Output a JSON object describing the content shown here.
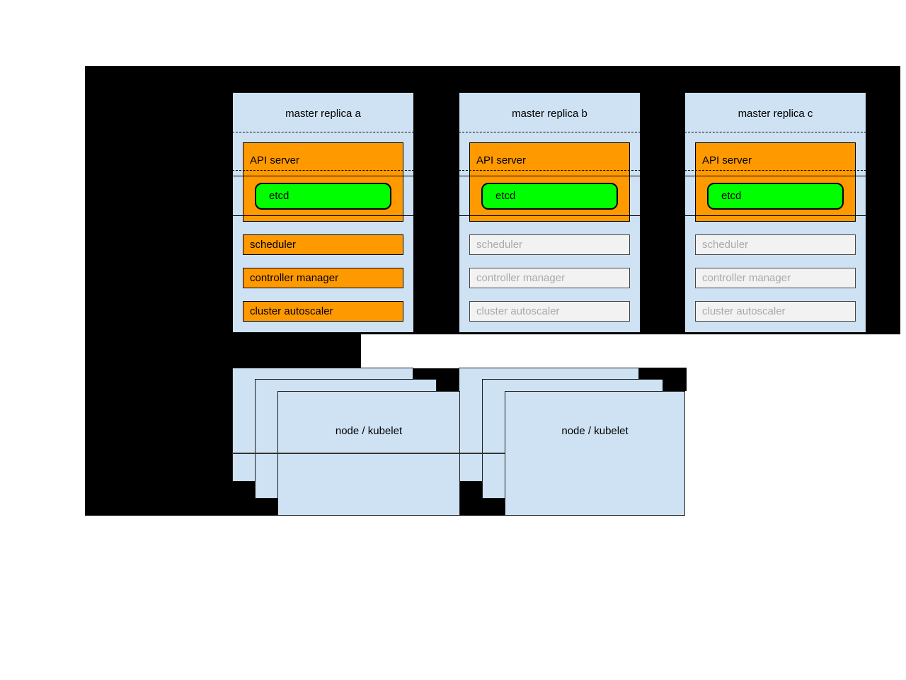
{
  "masters": [
    {
      "title": "master replica a",
      "components": {
        "api_server": {
          "label": "API server",
          "state": "active"
        },
        "etcd": {
          "label": "etcd",
          "state": "active"
        },
        "scheduler": {
          "label": "scheduler",
          "state": "active"
        },
        "controller_manager": {
          "label": "controller manager",
          "state": "active"
        },
        "cluster_autoscaler": {
          "label": "cluster autoscaler",
          "state": "active"
        }
      }
    },
    {
      "title": "master replica b",
      "components": {
        "api_server": {
          "label": "API server",
          "state": "active"
        },
        "etcd": {
          "label": "etcd",
          "state": "active"
        },
        "scheduler": {
          "label": "scheduler",
          "state": "inactive"
        },
        "controller_manager": {
          "label": "controller manager",
          "state": "inactive"
        },
        "cluster_autoscaler": {
          "label": "cluster autoscaler",
          "state": "inactive"
        }
      }
    },
    {
      "title": "master replica c",
      "components": {
        "api_server": {
          "label": "API server",
          "state": "active"
        },
        "etcd": {
          "label": "etcd",
          "state": "active"
        },
        "scheduler": {
          "label": "scheduler",
          "state": "inactive"
        },
        "controller_manager": {
          "label": "controller manager",
          "state": "inactive"
        },
        "cluster_autoscaler": {
          "label": "cluster autoscaler",
          "state": "inactive"
        }
      }
    }
  ],
  "node_groups": [
    {
      "label": "node / kubelet",
      "stack_count": 3
    },
    {
      "label": "node / kubelet",
      "stack_count": 3
    }
  ],
  "colors": {
    "active_fill": "#ff9900",
    "etcd_fill": "#00ff00",
    "panel_fill": "#cfe2f3",
    "inactive_fill": "#f2f2f2",
    "inactive_text": "#a9a9a9",
    "canvas": "#000000",
    "page": "#ffffff"
  }
}
